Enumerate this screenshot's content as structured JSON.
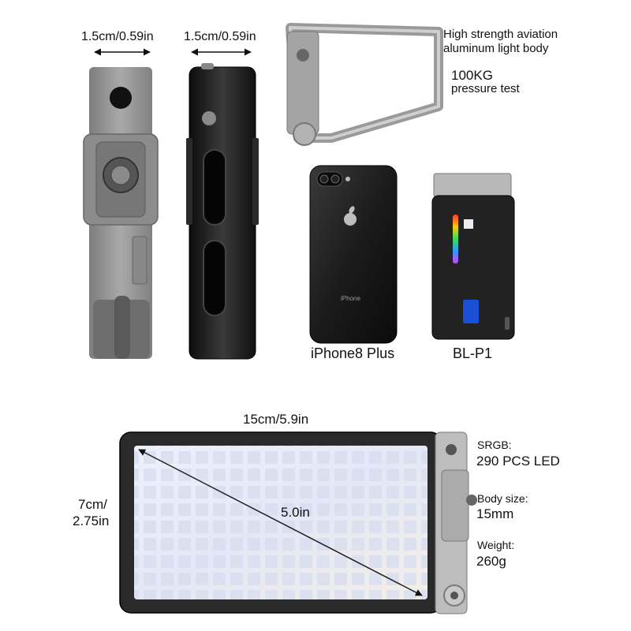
{
  "top_dims": {
    "side_width": "1.5cm/0.59in",
    "back_width": "1.5cm/0.59in"
  },
  "frame_text": {
    "line1": "High strength aviation",
    "line2": "aluminum light body",
    "weight_label": "100KG",
    "test_label": "pressure test"
  },
  "compare": {
    "phone_caption": "iPhone8 Plus",
    "phone_engraving": "iPhone",
    "light_caption": "BL-P1"
  },
  "main_dims": {
    "width": "15cm/5.9in",
    "height_line1": "7cm/",
    "height_line2": "2.75in",
    "diagonal": "5.0in"
  },
  "specs": {
    "srgb_label": "SRGB:",
    "srgb_value": "290 PCS LED",
    "body_label": "Body size:",
    "body_value": "15mm",
    "weight_label": "Weight:",
    "weight_value": "260g"
  },
  "colors": {
    "aluminum": "#9a9a9a",
    "black_body": "#1a1a1a",
    "led_panel": "#e8ecf6"
  }
}
